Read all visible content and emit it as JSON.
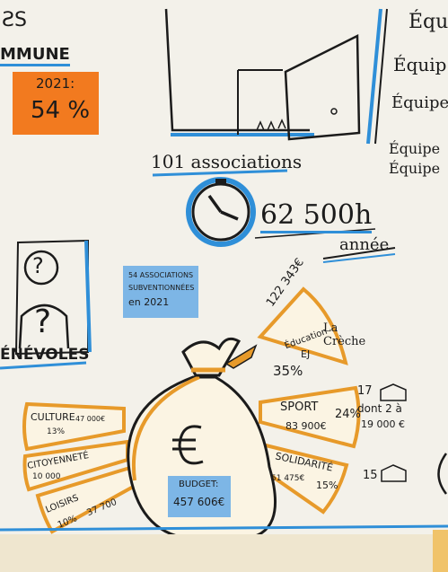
{
  "texts": {
    "top_left_fragment": "ƧS",
    "commune": "MMUNE",
    "orange_year": "2021:",
    "orange_percent": "54 %",
    "associations": "101 associations",
    "hours_value": "62 500h",
    "per_year": "année",
    "blue_note_line1": "54 ASSOCIATIONS",
    "blue_note_line2": "SUBVENTIONNÉES",
    "blue_note_line3": "en 2021",
    "benevoles": "ÉNÉVOLES",
    "budget_label": "BUDGET:",
    "budget_value": "457 606€",
    "euro_symbol": "€",
    "right_labels": [
      "Équ",
      "Équip",
      "Équipe",
      "Équipe",
      "Équipe"
    ],
    "question_mark_1": "?",
    "question_mark_2": "?"
  },
  "slices": {
    "education": {
      "amount": "122 343€",
      "name": "Éducation",
      "sub": "EJ",
      "percent": "35%"
    },
    "creche": "La Crèche",
    "sport": {
      "name": "SPORT",
      "amount": "83 900€",
      "percent": "24%"
    },
    "sport_note": {
      "count": "17",
      "line1": "dont 2 à",
      "line2": "19 000 €"
    },
    "solidarite": {
      "name": "SOLIDARITÉ",
      "amount": "51 475€",
      "percent": "15%"
    },
    "solidarite_note": "15",
    "culture": {
      "name": "CULTURE",
      "amount": "47 000€",
      "percent": "13%"
    },
    "citoyennete": {
      "name": "CITOYENNETÉ",
      "amount": "10 000"
    },
    "loisirs": {
      "name": "LOISIRS",
      "amount": "37 700",
      "percent": "10%"
    }
  },
  "colors": {
    "paper": "#f3f1ea",
    "orange_note": "#f27a1f",
    "blue_note": "#7db6e6",
    "accent_orange": "#e79a2a",
    "accent_blue": "#2f8fd8",
    "ink": "#1b1b1b",
    "bottom_border": "#f0c36a"
  },
  "icons": {
    "clock": "clock-icon",
    "door": "door-icon",
    "money_bag": "money-bag-icon",
    "person": "person-icon",
    "building": "building-icon"
  }
}
